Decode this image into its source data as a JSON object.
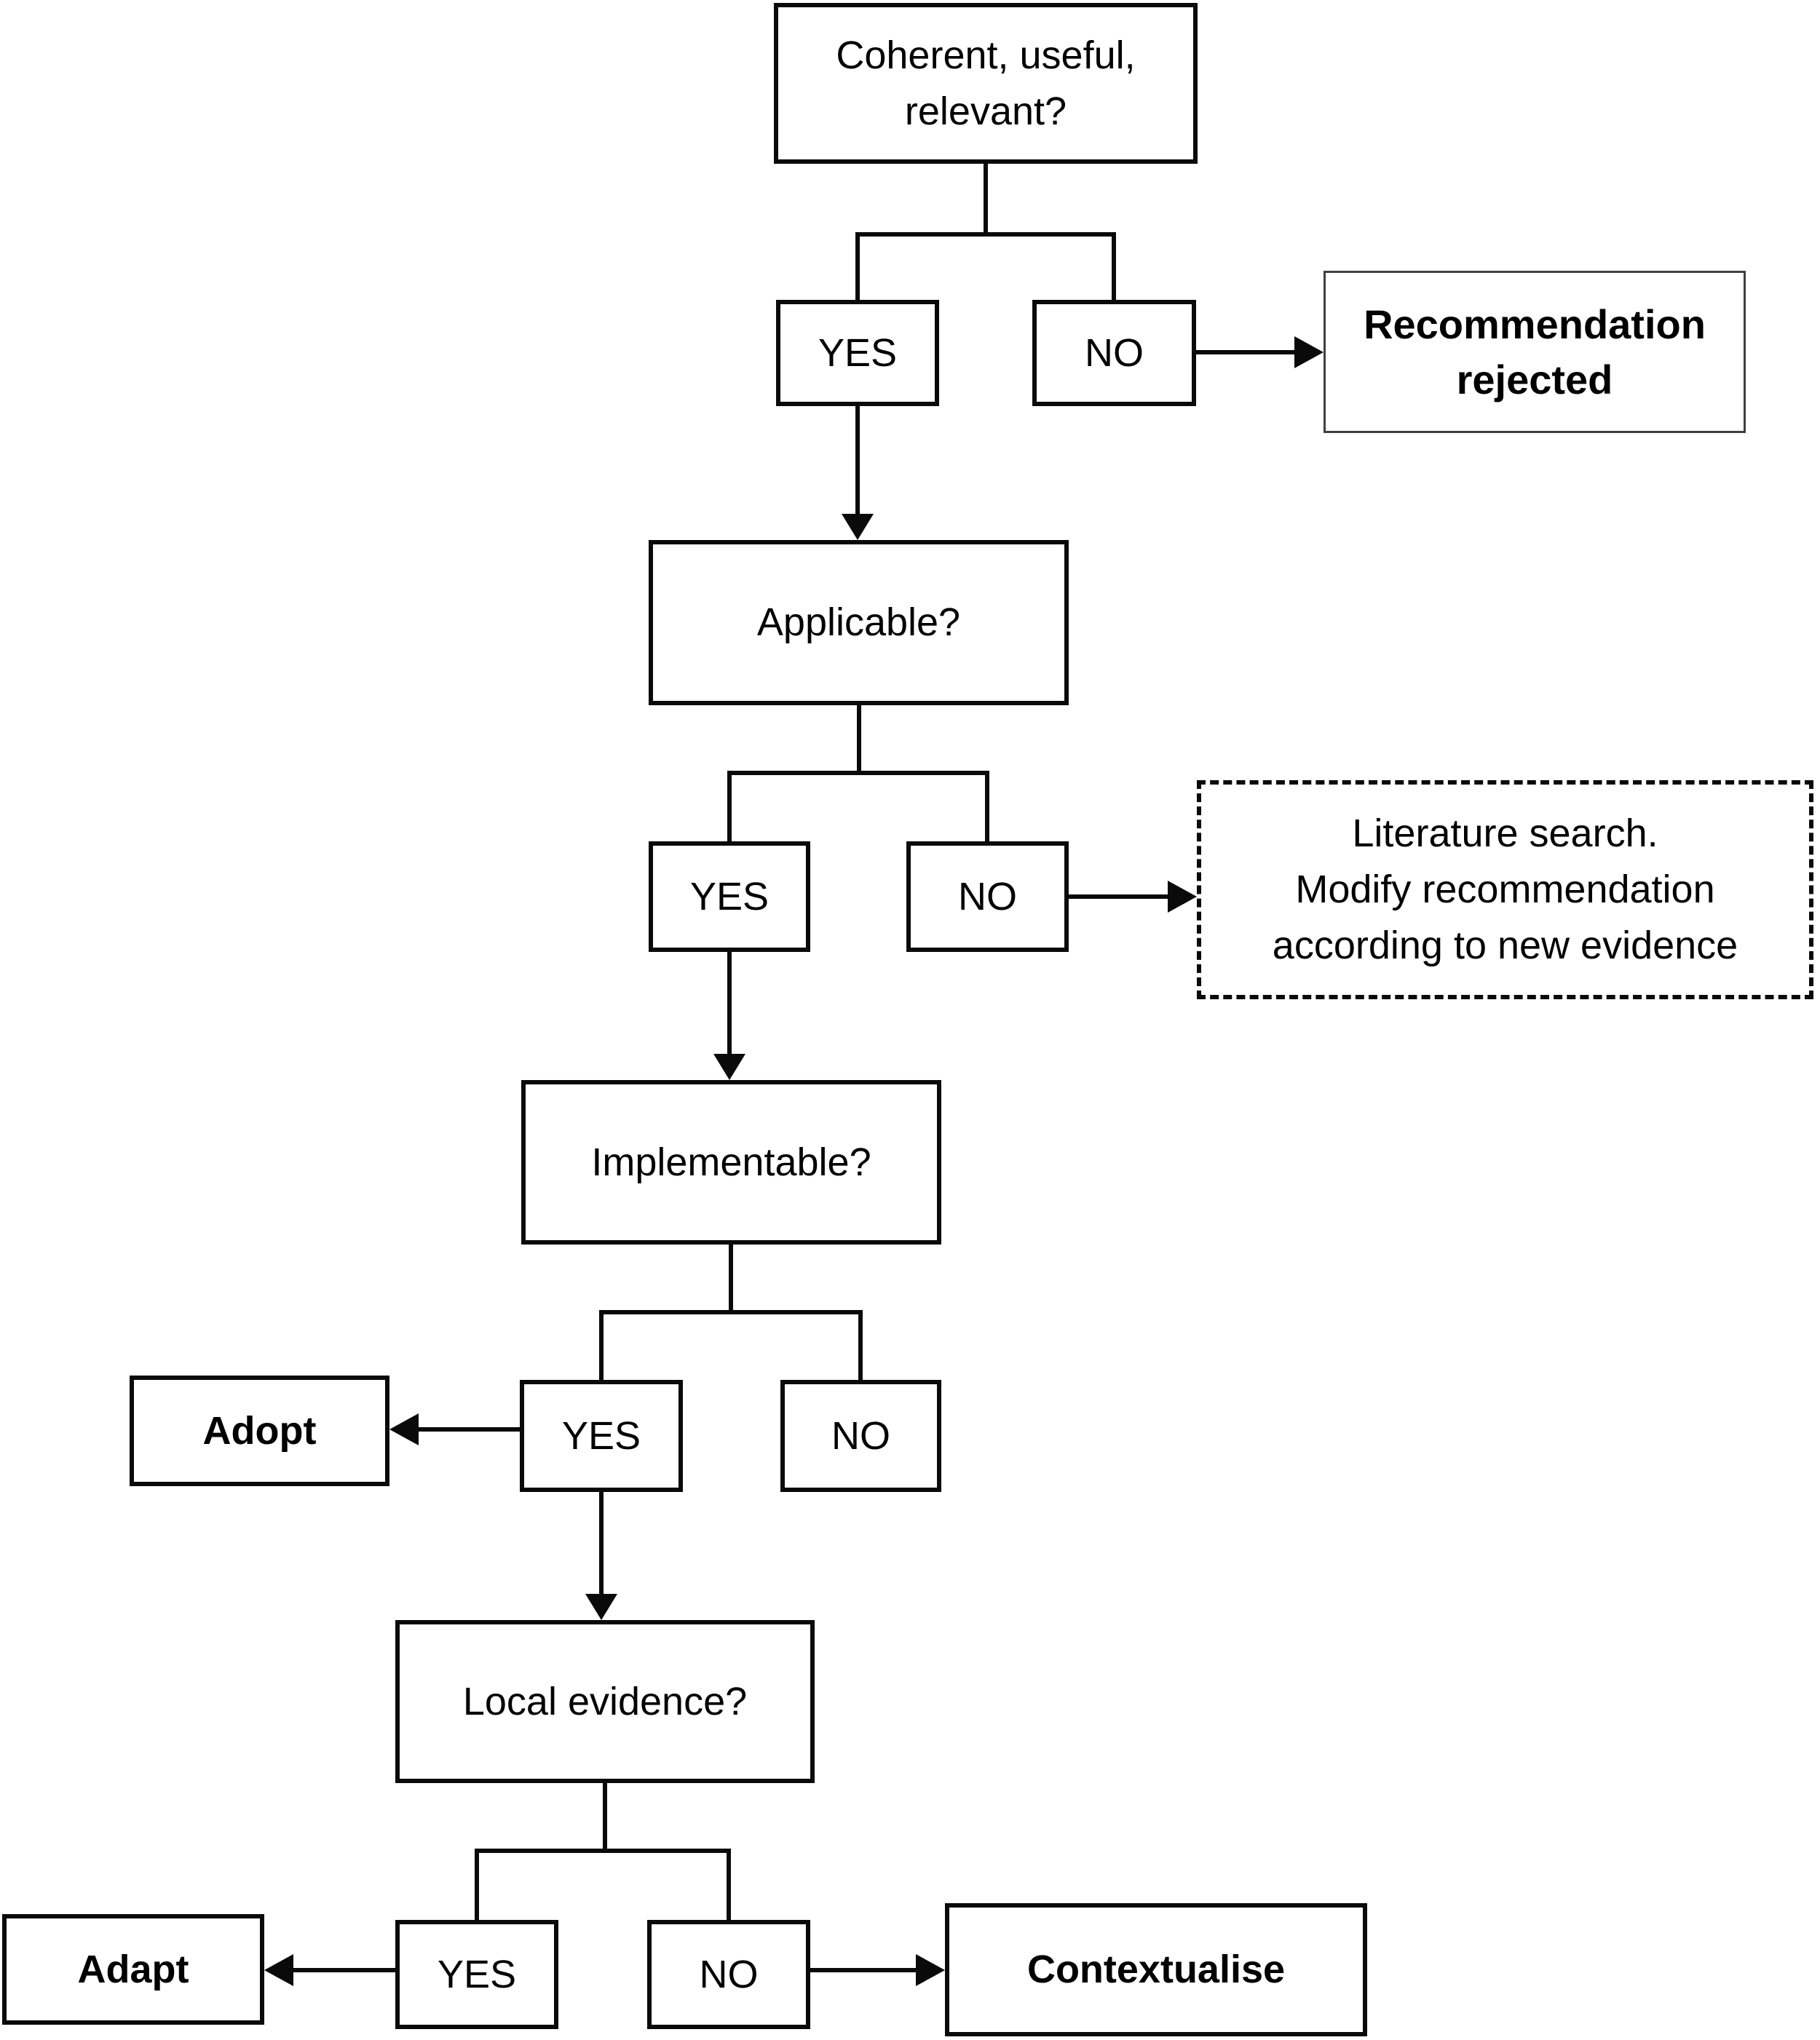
{
  "colors": {
    "background": "#ffffff",
    "line": "#0a0a0a",
    "box_border": "#0a0a0a",
    "rejected_box_border": "#3f3f3f",
    "text": "#000000"
  },
  "nodes": {
    "coherent": {
      "lines": [
        "Coherent, useful,",
        "relevant?"
      ]
    },
    "yes1": {
      "label": "YES"
    },
    "no1": {
      "label": "NO"
    },
    "rejected": {
      "lines": [
        "Recommendation",
        "rejected"
      ]
    },
    "applicable": {
      "label": "Applicable?"
    },
    "yes2": {
      "label": "YES"
    },
    "no2": {
      "label": "NO"
    },
    "literature": {
      "lines": [
        "Literature search.",
        "Modify recommendation",
        "according to new evidence"
      ]
    },
    "implementable": {
      "label": "Implementable?"
    },
    "yes3": {
      "label": "YES"
    },
    "no3": {
      "label": "NO"
    },
    "adopt": {
      "label": "Adopt"
    },
    "local_evidence": {
      "label": "Local evidence?"
    },
    "yes4": {
      "label": "YES"
    },
    "no4": {
      "label": "NO"
    },
    "adapt": {
      "label": "Adapt"
    },
    "contextualise": {
      "label": "Contextualise"
    }
  }
}
